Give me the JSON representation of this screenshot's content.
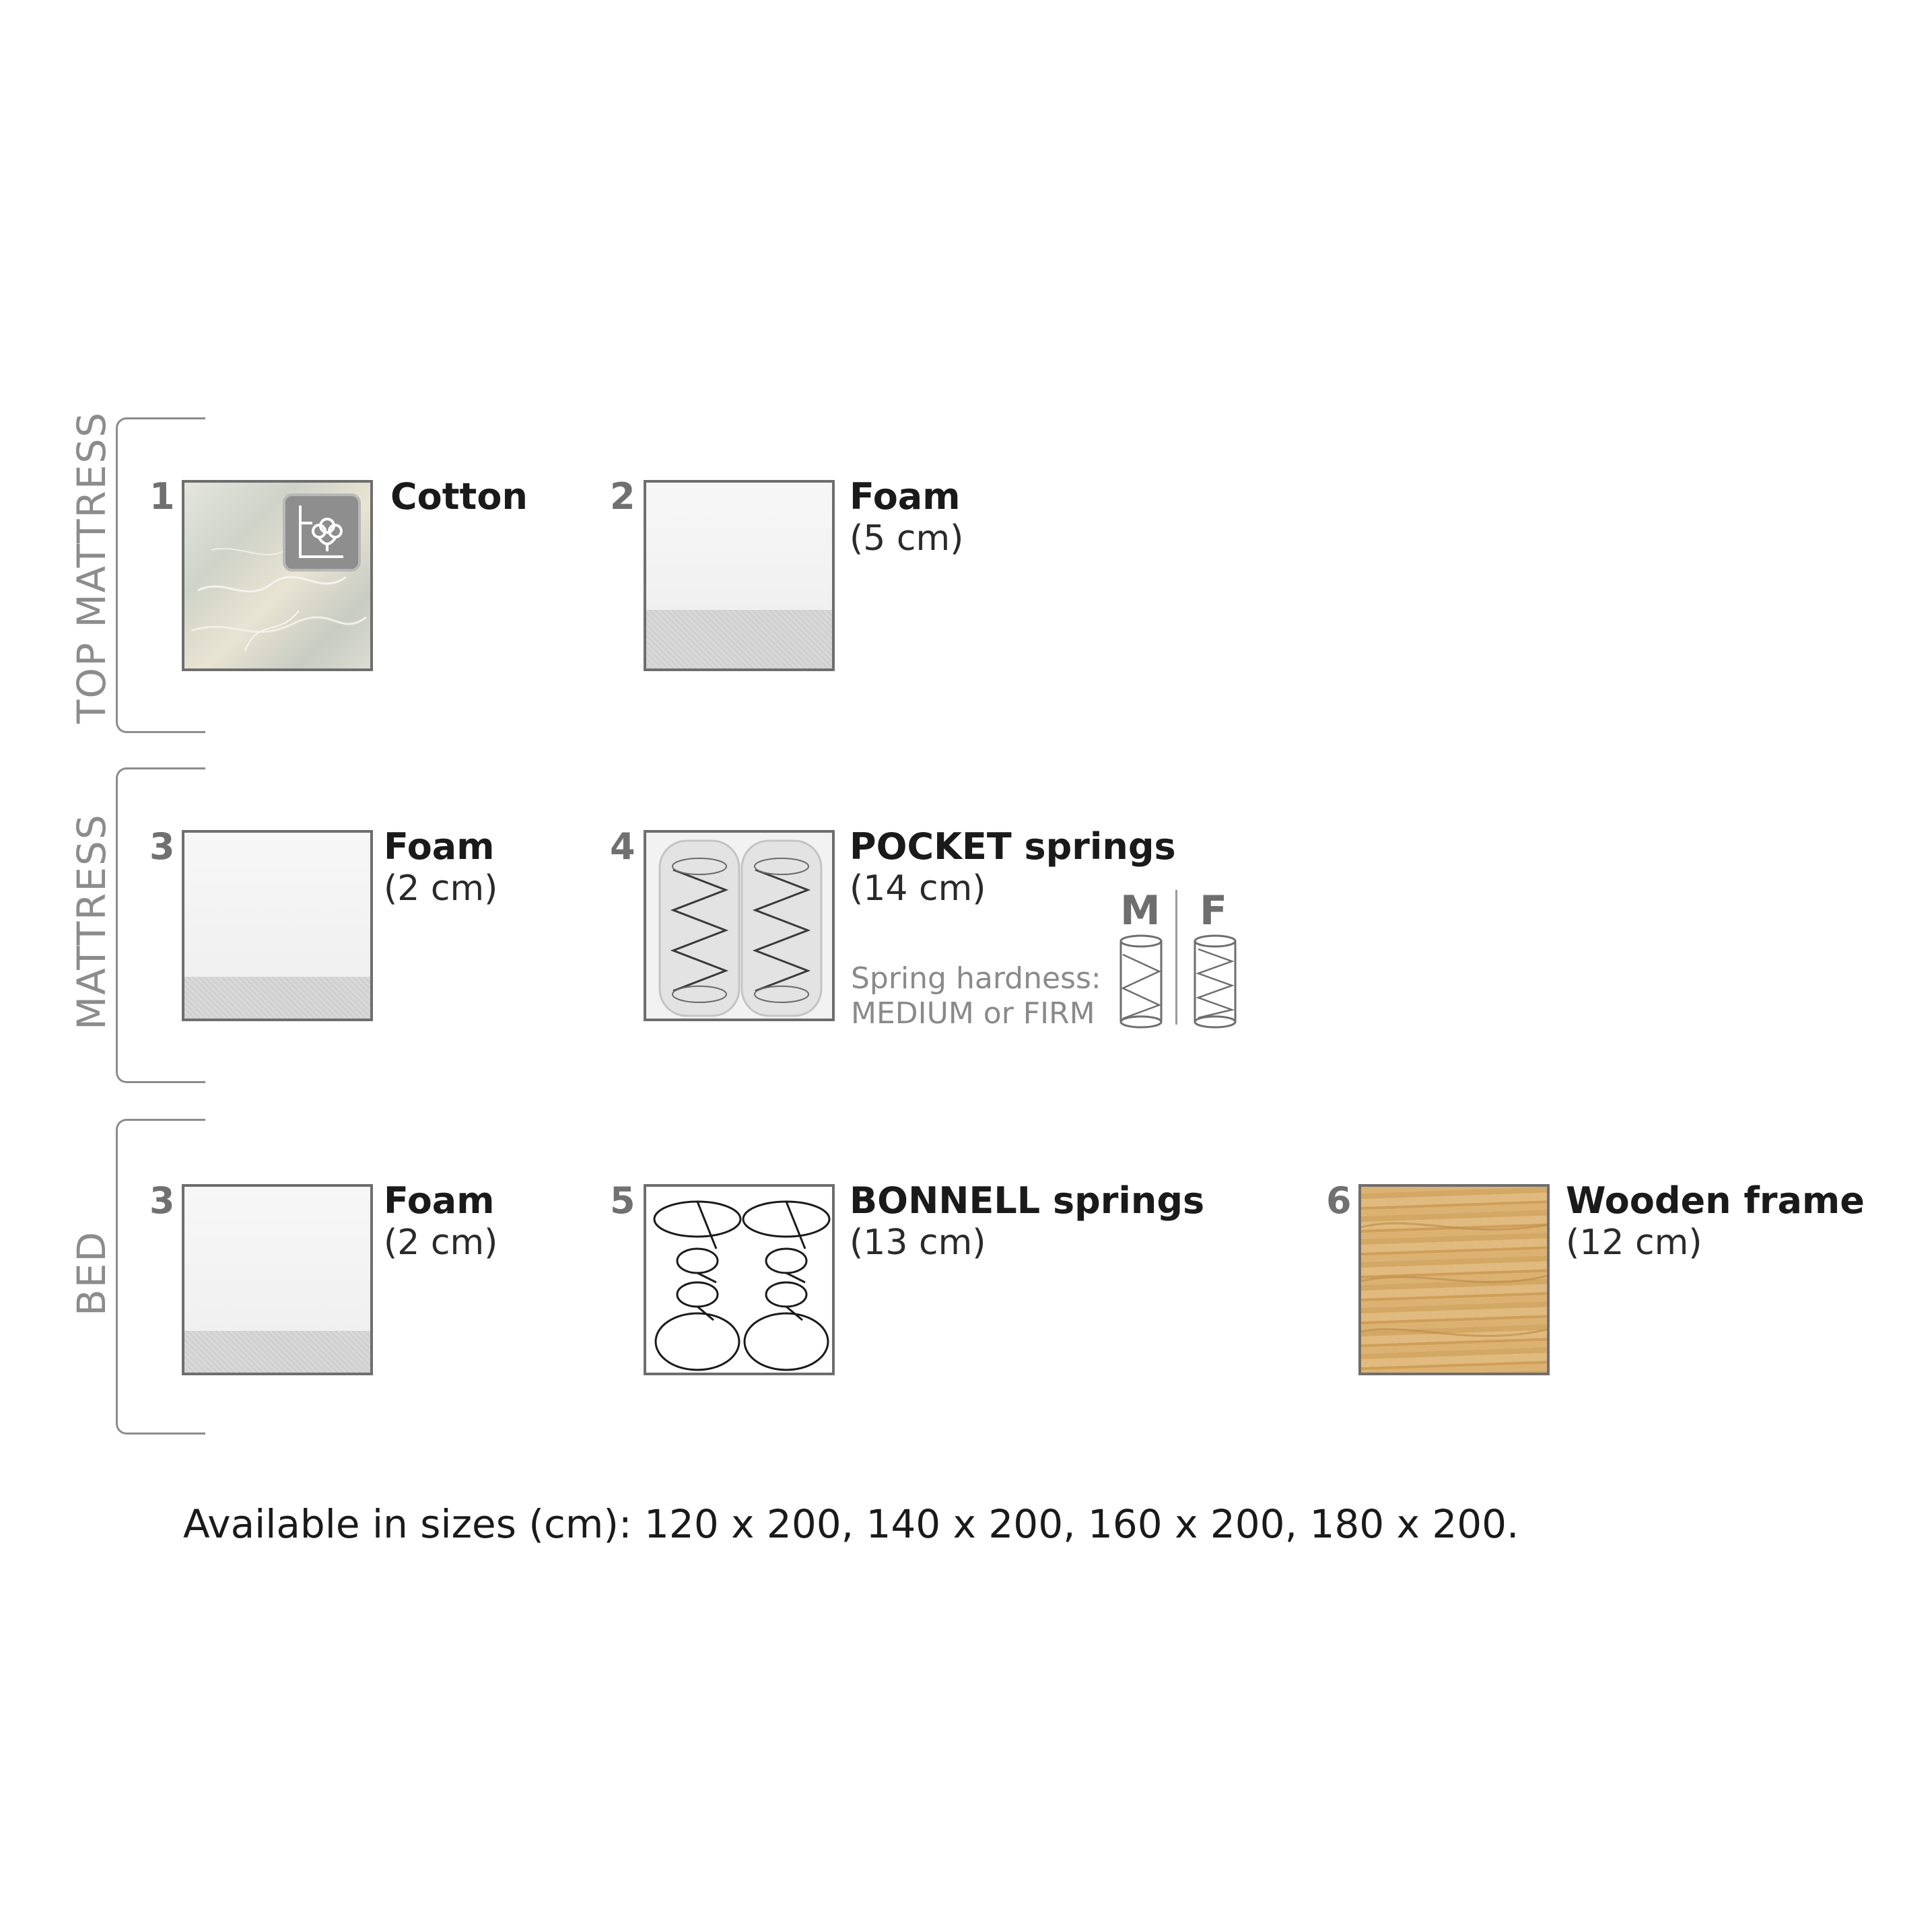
{
  "groups": {
    "top_mattress": "TOP MATTRESS",
    "mattress": "MATTRESS",
    "bed": "BED"
  },
  "items": {
    "cotton": {
      "num": "1",
      "title": "Cotton"
    },
    "foam5": {
      "num": "2",
      "title": "Foam",
      "sub": "(5 cm)"
    },
    "foam2a": {
      "num": "3",
      "title": "Foam",
      "sub": "(2 cm)"
    },
    "pocket": {
      "num": "4",
      "title": "POCKET springs",
      "sub": "(14 cm)",
      "note_line1": "Spring hardness:",
      "note_line2": "MEDIUM or FIRM",
      "medium": "M",
      "firm": "F"
    },
    "foam2b": {
      "num": "3",
      "title": "Foam",
      "sub": "(2 cm)"
    },
    "bonnell": {
      "num": "5",
      "title": "BONNELL springs",
      "sub": "(13 cm)"
    },
    "wood": {
      "num": "6",
      "title": "Wooden frame",
      "sub": "(12 cm)"
    }
  },
  "footer": "Available in sizes (cm): 120 x 200, 140 x 200, 160 x 200, 180 x 200.",
  "icons": [
    "cotton-icon",
    "pocket-spring-icon",
    "bonnell-spring-icon",
    "medium-spring-icon",
    "firm-spring-icon"
  ],
  "colors": {
    "gray_text": "#8c8c8c",
    "border": "#6e6e6e",
    "wood": "#d9ad6a"
  }
}
